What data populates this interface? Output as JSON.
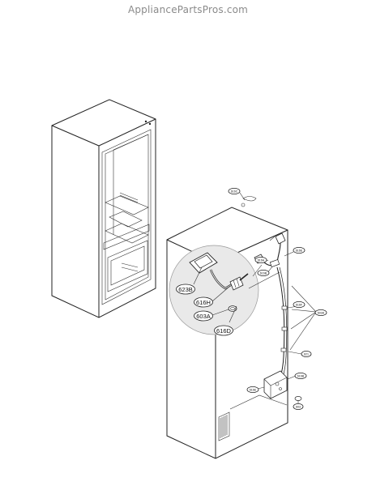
{
  "watermark": "AppliancePartsPros.com",
  "callouts": {
    "c623B": "623B",
    "c616H": "616H",
    "c603A": "603A",
    "c616D": "616D"
  },
  "small_labels": {
    "s616C": "616C",
    "s616E_top": "616E",
    "s616A": "616A",
    "s616B_left": "616B",
    "s616F": "616F",
    "s603A_right": "603A",
    "s621": "621",
    "s616B_low": "616B",
    "s616E_low": "616E",
    "s603": "603"
  }
}
